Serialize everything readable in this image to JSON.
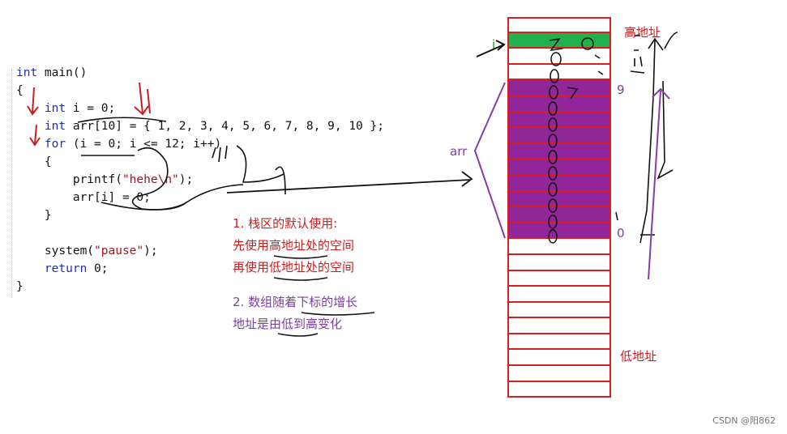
{
  "code": {
    "lines": [
      [
        {
          "t": "int",
          "c": "kw"
        },
        {
          "t": " main()"
        }
      ],
      [
        {
          "t": "{"
        }
      ],
      [
        {
          "t": "    "
        },
        {
          "t": "int",
          "c": "kw"
        },
        {
          "t": " i = 0;"
        }
      ],
      [
        {
          "t": "    "
        },
        {
          "t": "int",
          "c": "kw"
        },
        {
          "t": " arr[10] = { 1, 2, 3, 4, 5, 6, 7, 8, 9, 10 };"
        }
      ],
      [
        {
          "t": "    "
        },
        {
          "t": "for",
          "c": "kw"
        },
        {
          "t": " (i = 0; i <= 12; i++)"
        }
      ],
      [
        {
          "t": "    {"
        }
      ],
      [
        {
          "t": "        printf("
        },
        {
          "t": "\"hehe\\n\"",
          "c": "str"
        },
        {
          "t": ");"
        }
      ],
      [
        {
          "t": "        arr[i] = 0;"
        }
      ],
      [
        {
          "t": "    }"
        }
      ],
      [
        {
          "t": ""
        }
      ],
      [
        {
          "t": "    system("
        },
        {
          "t": "\"pause\"",
          "c": "str"
        },
        {
          "t": ");"
        }
      ],
      [
        {
          "t": "    "
        },
        {
          "t": "return",
          "c": "kw"
        },
        {
          "t": " 0;"
        }
      ],
      [
        {
          "t": "}"
        }
      ]
    ]
  },
  "notes": {
    "n1_title": "1. 栈区的默认使用:",
    "n1_line1": "先使用高地址处的空间",
    "n1_line2": "再使用低地址处的空间",
    "n2_title": "2. 数组随着下标的增长",
    "n2_line1": "地址是由低到高变化"
  },
  "stack": {
    "high_label": "高地址",
    "low_label": "低地址",
    "arr_label": "arr",
    "i_label": "i",
    "index_top": "9",
    "index_bottom": "0",
    "cells": [
      "white",
      "green",
      "white",
      "white",
      "purple",
      "purple",
      "purple",
      "purple",
      "purple",
      "purple",
      "purple",
      "purple",
      "purple",
      "purple",
      "white",
      "white",
      "white",
      "white",
      "white",
      "white",
      "white",
      "white",
      "white",
      "white"
    ]
  },
  "colors": {
    "green": "#22b14c",
    "purple": "#91269a",
    "red_border": "#d61f1f"
  },
  "watermark": "CSDN @阳862"
}
